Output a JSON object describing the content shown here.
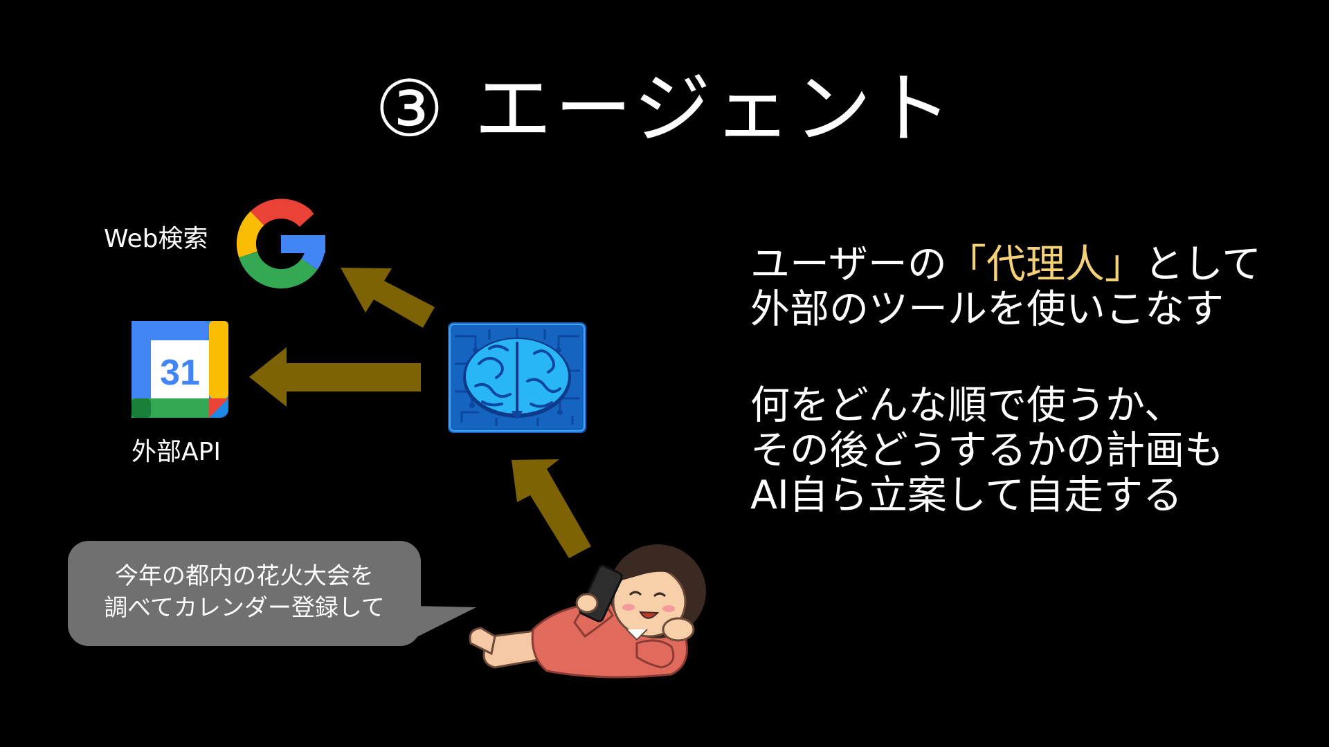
{
  "slide": {
    "title": "③ エージェント"
  },
  "tools": {
    "web_search_label": "Web検索",
    "calendar_label": "外部API",
    "calendar_day": "31"
  },
  "description": {
    "line1_prefix": "ユーザーの",
    "line1_highlight": "「代理人」",
    "line1_suffix": "として",
    "line2": "外部のツールを使いこなす",
    "line3": "何をどんな順で使うか、",
    "line4": "その後どうするかの計画も",
    "line5": "AI自ら立案して自走する"
  },
  "speech": {
    "line1": "今年の都内の花火大会を",
    "line2": "調べてカレンダー登録して"
  },
  "colors": {
    "background": "#000000",
    "arrow": "#7d6304",
    "highlight": "#f5d27a",
    "bubble": "#707070",
    "brain_panel": "#1565c0"
  }
}
